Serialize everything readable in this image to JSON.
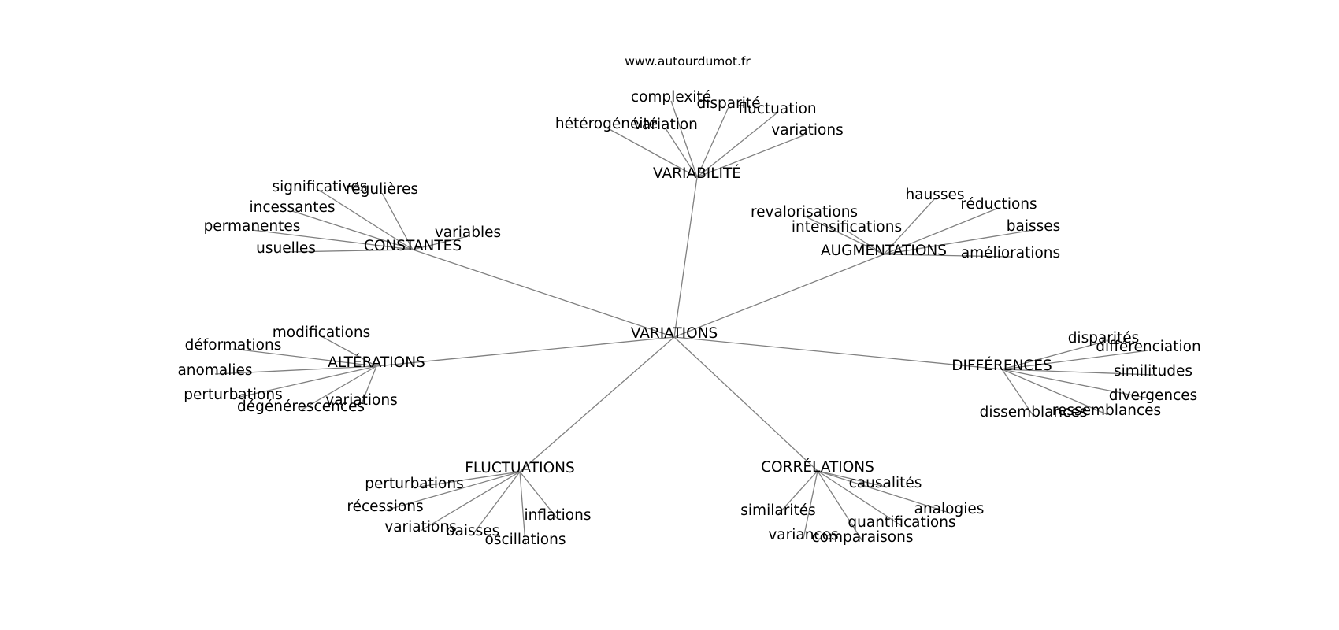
{
  "site": "www.autourdumot.fr",
  "root": "VARIATIONS",
  "groups": [
    {
      "label": "VARIABILITÉ",
      "words": [
        "complexité",
        "disparité",
        "fluctuation",
        "hétérogénéité",
        "variation",
        "variations"
      ]
    },
    {
      "label": "CONSTANTES",
      "words": [
        "significatives",
        "régulières",
        "incessantes",
        "permanentes",
        "usuelles",
        "variables"
      ]
    },
    {
      "label": "AUGMENTATIONS",
      "words": [
        "hausses",
        "réductions",
        "revalorisations",
        "intensifications",
        "baisses",
        "améliorations"
      ]
    },
    {
      "label": "ALTÉRATIONS",
      "words": [
        "modifications",
        "déformations",
        "anomalies",
        "perturbations",
        "dégénérescences",
        "variations"
      ]
    },
    {
      "label": "DIFFÉRENCES",
      "words": [
        "disparités",
        "différenciation",
        "similitudes",
        "divergences",
        "dissemblances",
        "ressemblances"
      ]
    },
    {
      "label": "FLUCTUATIONS",
      "words": [
        "perturbations",
        "récessions",
        "variations",
        "baisses",
        "oscillations",
        "inflations"
      ]
    },
    {
      "label": "CORRÉLATIONS",
      "words": [
        "causalités",
        "analogies",
        "quantifications",
        "similarités",
        "variances",
        "comparaisons"
      ]
    }
  ]
}
